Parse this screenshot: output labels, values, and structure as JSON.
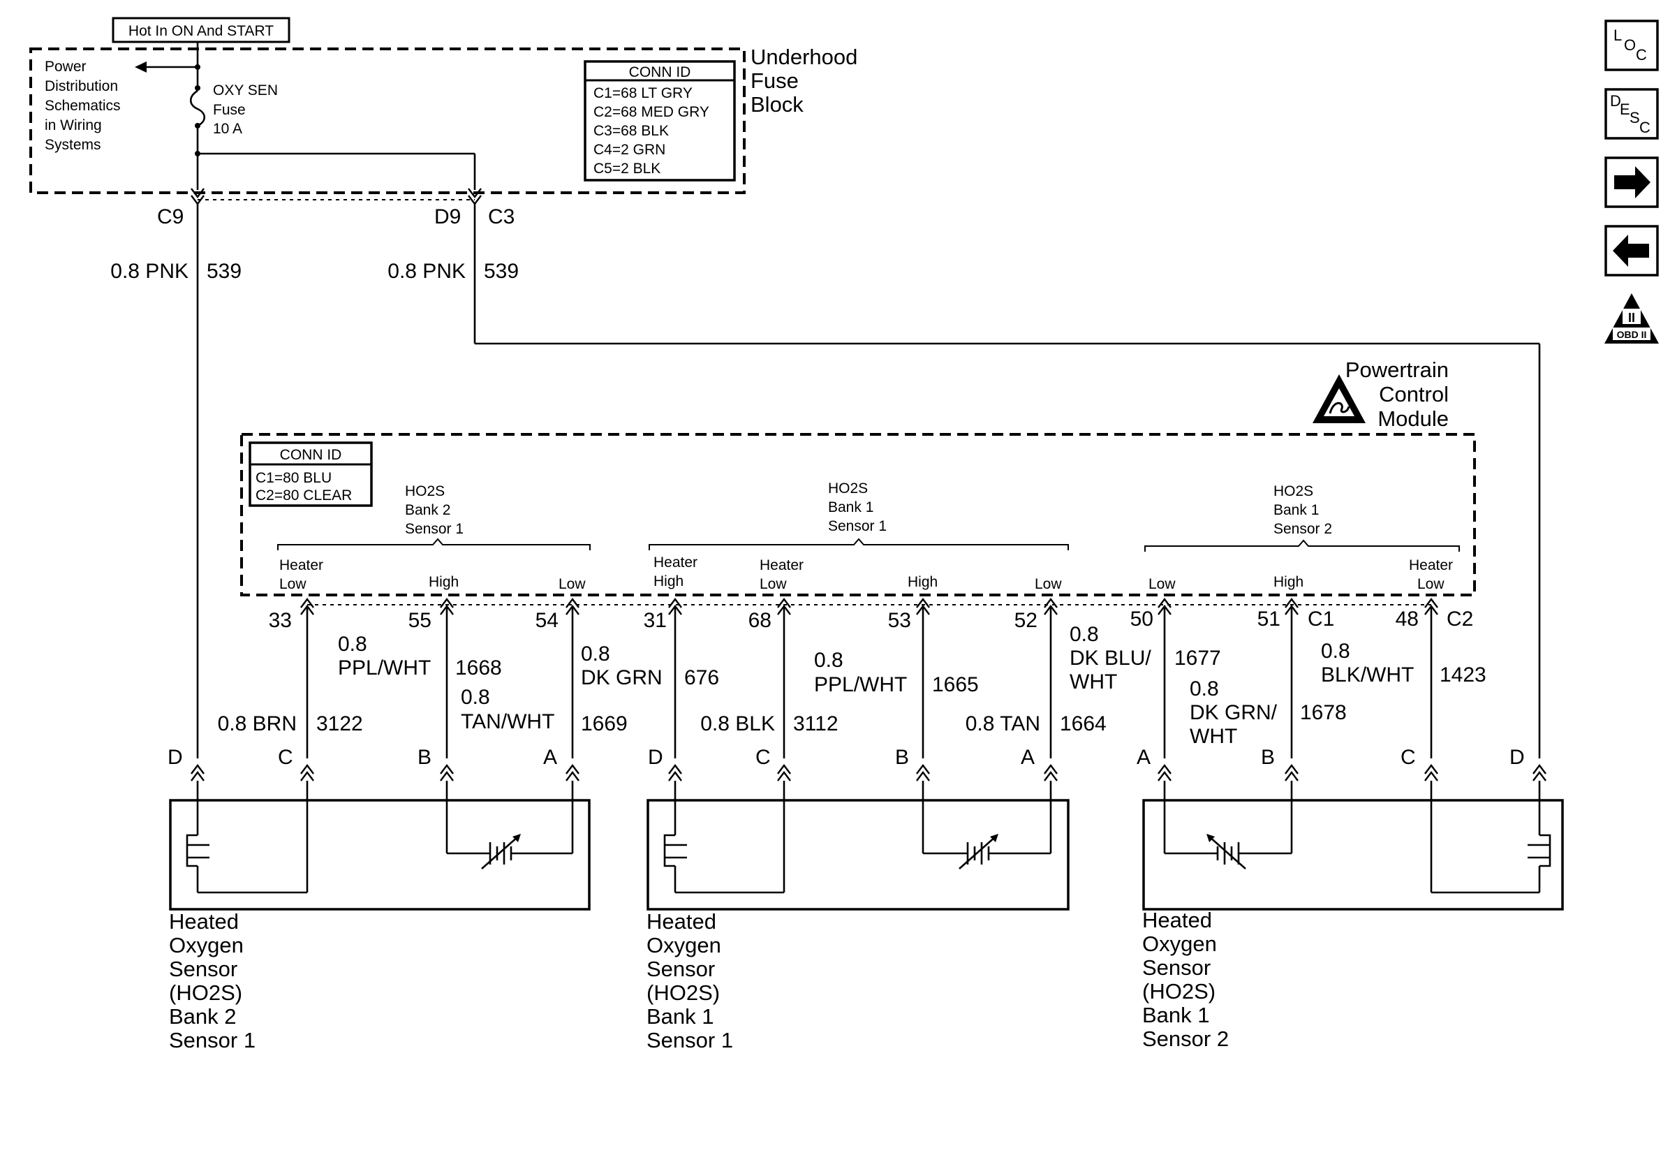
{
  "header": {
    "hot_label": "Hot In ON And START"
  },
  "fuse_block": {
    "title_lines": [
      "Underhood",
      "Fuse",
      "Block"
    ],
    "power_text_lines": [
      "Power",
      "Distribution",
      "Schematics",
      "in Wiring",
      "Systems"
    ],
    "fuse_lines": [
      "OXY SEN",
      "Fuse",
      "10 A"
    ],
    "conn_id": {
      "title": "CONN ID",
      "rows": [
        "C1=68 LT GRY",
        "C2=68 MED GRY",
        "C3=68 BLK",
        "C4=2 GRN",
        "C5=2 BLK"
      ]
    },
    "out_left": {
      "pin": "C9",
      "wire": "0.8 PNK",
      "circuit": "539"
    },
    "out_right": {
      "pin": "D9",
      "conn": "C3",
      "wire": "0.8 PNK",
      "circuit": "539"
    }
  },
  "pcm": {
    "title_lines": [
      "Powertrain",
      "Control",
      "Module"
    ],
    "conn_id": {
      "title": "CONN ID",
      "rows": [
        "C1=80 BLU",
        "C2=80 CLEAR"
      ]
    },
    "groups": [
      {
        "lines": [
          "HO2S",
          "Bank 2",
          "Sensor 1"
        ]
      },
      {
        "lines": [
          "HO2S",
          "Bank 1",
          "Sensor 1"
        ]
      },
      {
        "lines": [
          "HO2S",
          "Bank 1",
          "Sensor 2"
        ]
      }
    ],
    "terminals": [
      {
        "label_lines": [
          "Heater",
          "Low"
        ],
        "pin": "33",
        "wire_lines": [
          "0.8 BRN"
        ],
        "circuit": "3122"
      },
      {
        "label_lines": [
          "High"
        ],
        "pin": "55",
        "wire_lines": [
          "0.8",
          "PPL/WHT"
        ],
        "circuit": "1668"
      },
      {
        "label_lines": [
          "Low"
        ],
        "pin": "54",
        "wire_lines": [
          "0.8",
          "TAN/WHT"
        ],
        "circuit": "1669"
      },
      {
        "label_lines": [
          "Heater",
          "High"
        ],
        "pin": "31",
        "wire_lines": [
          "0.8",
          "DK GRN"
        ],
        "circuit": "676"
      },
      {
        "label_lines": [
          "Heater",
          "Low"
        ],
        "pin": "68",
        "wire_lines": [
          "0.8 BLK"
        ],
        "circuit": "3112"
      },
      {
        "label_lines": [
          "High"
        ],
        "pin": "53",
        "wire_lines": [
          "0.8",
          "PPL/WHT"
        ],
        "circuit": "1665"
      },
      {
        "label_lines": [
          "Low"
        ],
        "pin": "52",
        "wire_lines": [
          "0.8 TAN"
        ],
        "circuit": "1664"
      },
      {
        "label_lines": [
          "Low"
        ],
        "pin": "50",
        "wire_lines": [
          "0.8",
          "DK BLU/",
          "WHT"
        ],
        "circuit": "1677"
      },
      {
        "label_lines": [
          "High"
        ],
        "pin": "51",
        "conn": "C1",
        "wire_lines": [
          "0.8",
          "DK GRN/",
          "WHT"
        ],
        "circuit": "1678"
      },
      {
        "label_lines": [
          "Heater",
          "Low"
        ],
        "pin": "48",
        "conn": "C2",
        "wire_lines": [
          "0.8",
          "BLK/WHT"
        ],
        "circuit": "1423"
      }
    ]
  },
  "sensors": [
    {
      "pins": [
        "D",
        "C",
        "B",
        "A"
      ],
      "name_lines": [
        "Heated",
        "Oxygen",
        "Sensor",
        "(HO2S)",
        "Bank 2",
        "Sensor 1"
      ]
    },
    {
      "pins": [
        "D",
        "C",
        "B",
        "A"
      ],
      "name_lines": [
        "Heated",
        "Oxygen",
        "Sensor",
        "(HO2S)",
        "Bank 1",
        "Sensor 1"
      ]
    },
    {
      "pins": [
        "A",
        "B",
        "C",
        "D"
      ],
      "name_lines": [
        "Heated",
        "Oxygen",
        "Sensor",
        "(HO2S)",
        "Bank 1",
        "Sensor 2"
      ]
    }
  ],
  "nav": {
    "loc": {
      "l1": "L",
      "l2": "O",
      "l3": "C",
      "icon": "loc-icon"
    },
    "desc": {
      "l1": "D",
      "l2": "E",
      "l3": "S",
      "l4": "C",
      "icon": "desc-icon"
    },
    "next": {
      "icon": "arrow-right-icon"
    },
    "prev": {
      "icon": "arrow-left-icon"
    },
    "obd": {
      "top": "II",
      "bottom": "OBD II",
      "icon": "obd-ii-warning-icon"
    }
  }
}
